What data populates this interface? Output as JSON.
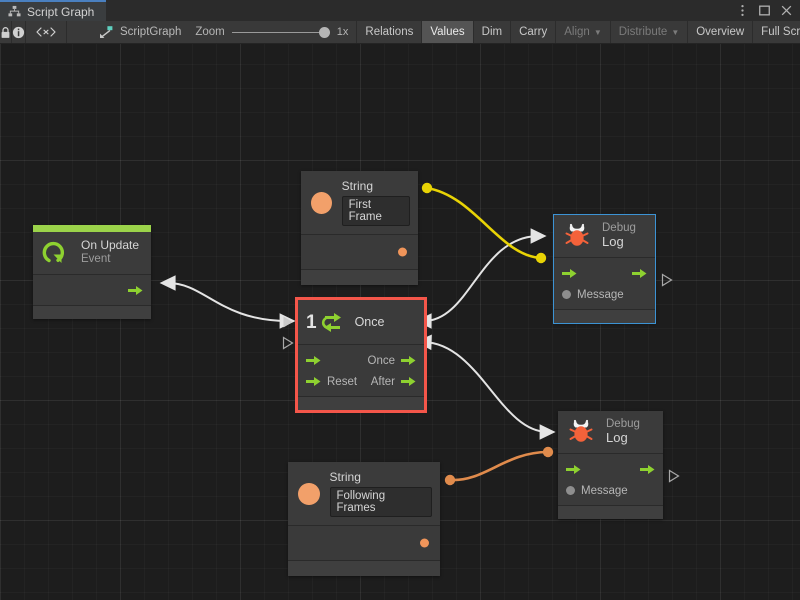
{
  "window": {
    "tab_label": "Script Graph",
    "tab_icon": "graph-icon",
    "controls": [
      {
        "name": "more-options-icon",
        "glyph": "kebab-menu"
      },
      {
        "name": "maximize-icon",
        "glyph": "square"
      },
      {
        "name": "close-icon",
        "glyph": "x"
      }
    ]
  },
  "toolbar": {
    "lock_icon": "lock-icon",
    "info_icon": "info-icon",
    "code_icon": "code-brackets-icon",
    "graph_name": "ScriptGraph",
    "graph_name_icon": "script-graph-icon",
    "zoom_label": "Zoom",
    "zoom_value": "1x",
    "buttons": [
      {
        "label": "Relations",
        "state": "normal"
      },
      {
        "label": "Values",
        "state": "active"
      },
      {
        "label": "Dim",
        "state": "normal"
      },
      {
        "label": "Carry",
        "state": "normal"
      },
      {
        "label": "Align",
        "state": "disabled",
        "dropdown": true
      },
      {
        "label": "Distribute",
        "state": "disabled",
        "dropdown": true
      },
      {
        "label": "Overview",
        "state": "normal"
      },
      {
        "label": "Full Screen",
        "state": "normal"
      }
    ]
  },
  "graph": {
    "nodes": {
      "on_update": {
        "title": "On Update",
        "subtitle": "Event",
        "accent_color": "#9bd34a",
        "icon": "update-loop-icon"
      },
      "string_first": {
        "title": "String",
        "value": "First Frame",
        "icon": "string-orange-dot"
      },
      "string_following": {
        "title": "String",
        "value": "Following Frames",
        "icon": "string-orange-dot"
      },
      "once": {
        "title": "Once",
        "badge": "1",
        "icon": "once-loop-icon",
        "selected": true,
        "selection_color": "#f4564a",
        "ports": {
          "in_flow": "",
          "in_reset": "Reset",
          "out_once": "Once",
          "out_after": "After"
        }
      },
      "debug_log_top": {
        "title": "Debug",
        "subtitle": "Log",
        "icon": "bug-icon",
        "message_port": "Message",
        "selected": true,
        "selection_color": "#3c93d4"
      },
      "debug_log_bottom": {
        "title": "Debug",
        "subtitle": "Log",
        "icon": "bug-icon",
        "message_port": "Message",
        "selected": false
      }
    },
    "edge_colors": {
      "flow": "#e4e4e4",
      "string_first": "#e8d305",
      "string_following": "#e08b4c"
    }
  }
}
